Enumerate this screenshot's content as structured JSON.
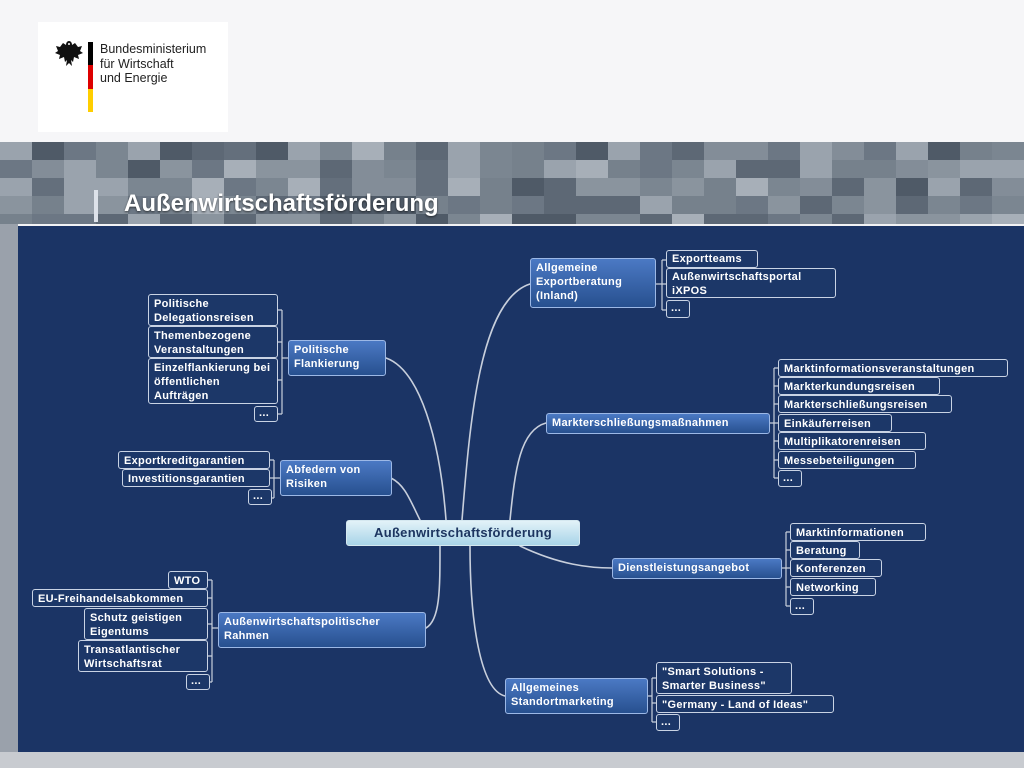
{
  "header": {
    "ministry_lines": [
      "Bundesministerium",
      "für Wirtschaft",
      "und Energie"
    ],
    "flag_colors": [
      "#000000",
      "#dd0000",
      "#ffce00"
    ]
  },
  "page": {
    "title": "Außenwirtschaftsförderung"
  },
  "mindmap": {
    "center": "Außenwirtschaftsförderung",
    "branches": {
      "politische_flankierung": {
        "label": "Politische Flankierung",
        "children": [
          "Politische Delegationsreisen",
          "Themenbezogene Veranstaltungen",
          "Einzelflankierung bei öffentlichen Aufträgen",
          "..."
        ]
      },
      "abfedern_von_risiken": {
        "label": "Abfedern von Risiken",
        "children": [
          "Exportkreditgarantien",
          "Investitionsgarantien",
          "..."
        ]
      },
      "aussenwirtschaftspolitischer_rahmen": {
        "label": "Außenwirtschaftspolitischer Rahmen",
        "children": [
          "WTO",
          "EU-Freihandelsabkommen",
          "Schutz geistigen Eigentums",
          "Transatlantischer Wirtschaftsrat",
          "..."
        ]
      },
      "allgemeine_exportberatung": {
        "label": "Allgemeine Exportberatung (Inland)",
        "children": [
          "Exportteams",
          "Außenwirtschaftsportal iXPOS",
          "..."
        ]
      },
      "markterschliessungsmassnahmen": {
        "label": "Markterschließungsmaßnahmen",
        "children": [
          "Marktinformationsveranstaltungen",
          "Markterkundungsreisen",
          "Markterschließungsreisen",
          "Einkäuferreisen",
          "Multiplikatorenreisen",
          "Messebeteiligungen",
          "..."
        ]
      },
      "dienstleistungsangebot": {
        "label": "Dienstleistungsangebot",
        "children": [
          "Marktinformationen",
          "Beratung",
          "Konferenzen",
          "Networking",
          "..."
        ]
      },
      "standortmarketing": {
        "label": "Allgemeines Standortmarketing",
        "children": [
          "\"Smart Solutions - Smarter Business\"",
          "\"Germany - Land of Ideas\"",
          "..."
        ]
      }
    }
  },
  "colors": {
    "panel": "#1b3465",
    "main_node": "#2f5ea8",
    "center_node": "#c8e6f2",
    "connector": "#c8cfdc"
  }
}
